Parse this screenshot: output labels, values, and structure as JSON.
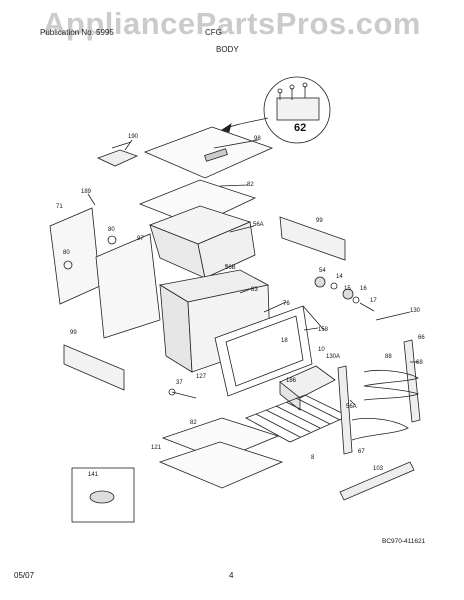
{
  "watermark": "AppliancePartsPros.com",
  "header": {
    "left_text": "Publication No. 5995",
    "right_text": "CFG",
    "section_title": "BODY"
  },
  "parts": {
    "p190": "190",
    "p98": "98",
    "p62": "62",
    "p82a": "82",
    "p189": "189",
    "p71": "71",
    "p80a": "80",
    "p97": "97",
    "p56A": "56A",
    "p99a": "99",
    "p80b": "80",
    "p56B": "56B",
    "p83": "83",
    "p54": "54",
    "p14": "14",
    "p15": "15",
    "p16": "16",
    "p17": "17",
    "p76": "76",
    "p99b": "99",
    "p158": "158",
    "p18": "18",
    "p127": "127",
    "p10": "10",
    "p130A": "130A",
    "p130": "130",
    "p66": "66",
    "p88": "88",
    "p68": "68",
    "p37": "37",
    "p186": "186",
    "p56Ab": "56A",
    "p82b": "82",
    "p121": "121",
    "p8": "8",
    "p67": "67",
    "p103": "103",
    "p141": "141"
  },
  "diagram_code": "BC970-411621",
  "footer": {
    "date": "05/07",
    "page": "4"
  }
}
